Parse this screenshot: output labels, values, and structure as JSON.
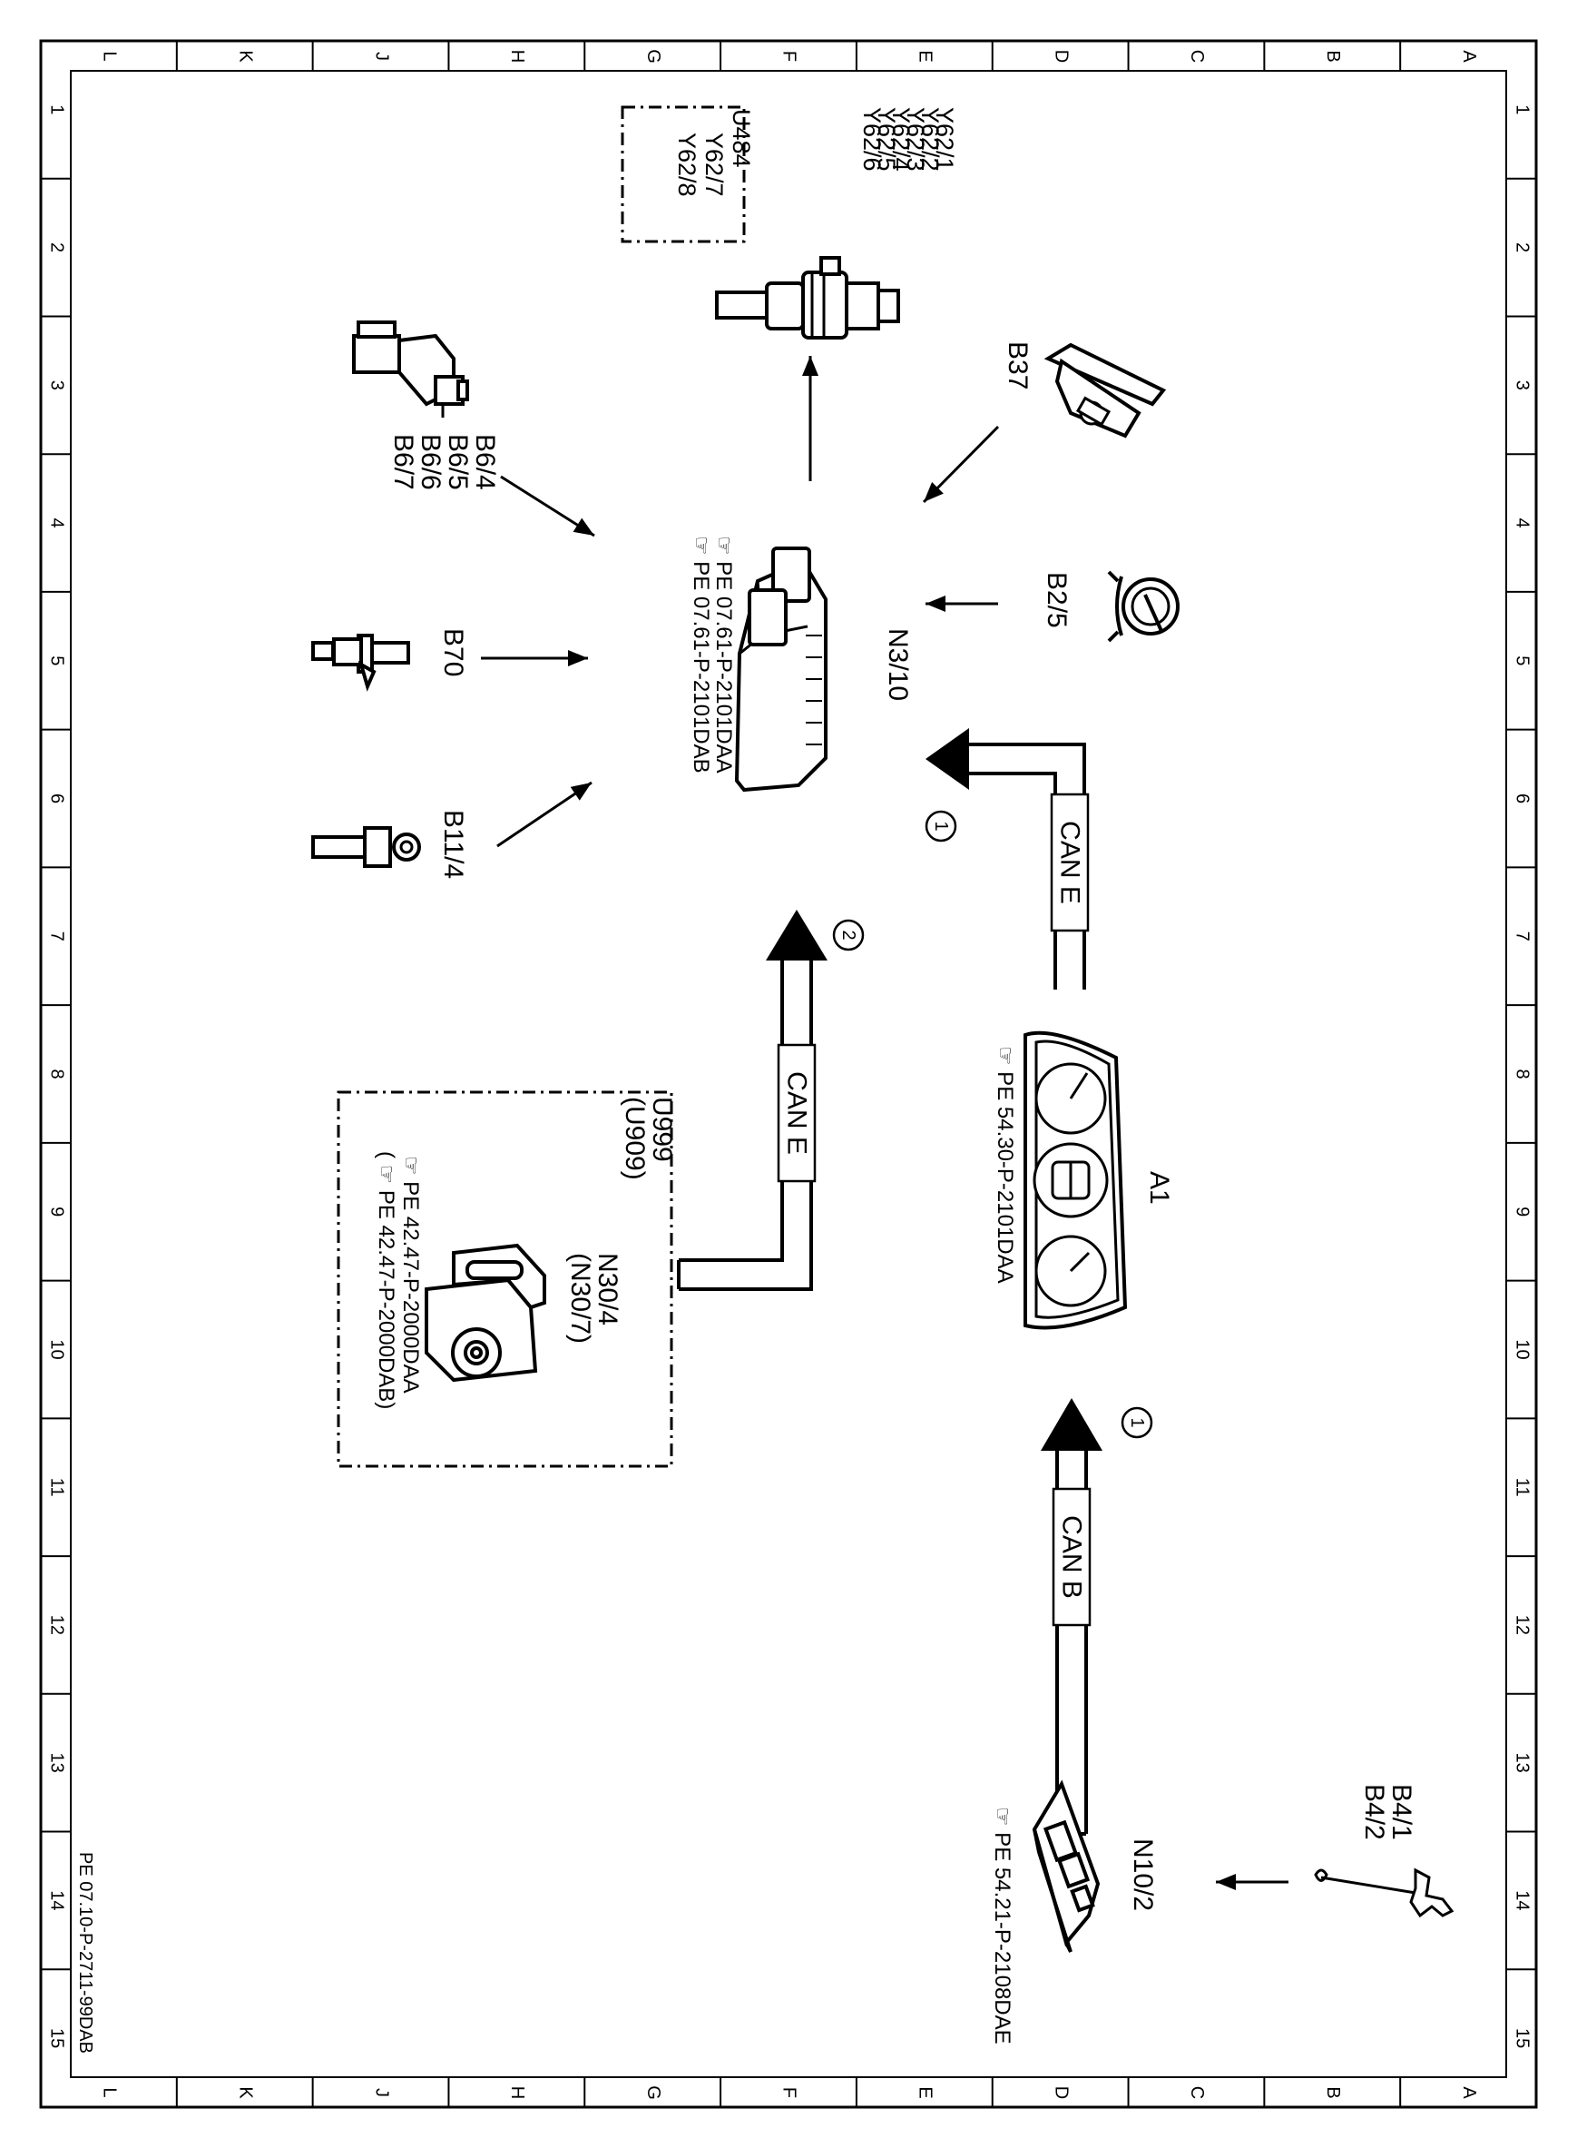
{
  "border": {
    "columns": [
      "L",
      "K",
      "J",
      "H",
      "G",
      "F",
      "E",
      "D",
      "C",
      "B",
      "A"
    ],
    "rows": [
      "1",
      "2",
      "3",
      "4",
      "5",
      "6",
      "7",
      "8",
      "9",
      "10",
      "11",
      "12",
      "13",
      "14",
      "15"
    ],
    "doc_code": "PE 07.10-P-2711-99DAB"
  },
  "components": {
    "injectors": {
      "labels": [
        "Y62/1",
        "Y62/2",
        "Y62/3",
        "Y62/4",
        "Y62/5",
        "Y62/6"
      ],
      "variant_box": [
        "U484",
        "Y62/7",
        "Y62/8"
      ]
    },
    "ecu": {
      "label": "N3/10",
      "refs": [
        "PE 07.61-P-2101DAA",
        "PE 07.61-P-2101DAB"
      ]
    },
    "pedal": {
      "label": "B37"
    },
    "temp_sensor": {
      "label": "B2/5"
    },
    "cam_sensors": {
      "labels": [
        "B6/4",
        "B6/5",
        "B6/6",
        "B6/7"
      ]
    },
    "crank_sensor": {
      "label": "B70"
    },
    "coolant_sensor": {
      "label": "B11/4"
    },
    "cluster": {
      "label": "A1",
      "ref": "PE 54.30-P-2101DAA"
    },
    "ezs_box": {
      "labels": [
        "U999",
        "(U909)"
      ],
      "module_labels": [
        "N30/4",
        "(N30/7)"
      ],
      "refs": [
        "PE  42.47-P-2000DAA",
        "( PE  42.47-P-2000DAB)"
      ]
    },
    "sam": {
      "label": "N10/2",
      "ref": "PE  54.21-P-2108DAE"
    },
    "fuel_sender": {
      "labels": [
        "B4/1",
        "B4/2"
      ]
    }
  },
  "buses": {
    "can_e_top": {
      "label": "CAN E",
      "marker": "1"
    },
    "can_e_ezs": {
      "label": "CAN E",
      "marker": "2"
    },
    "can_b": {
      "label": "CAN B",
      "marker": "1"
    }
  }
}
